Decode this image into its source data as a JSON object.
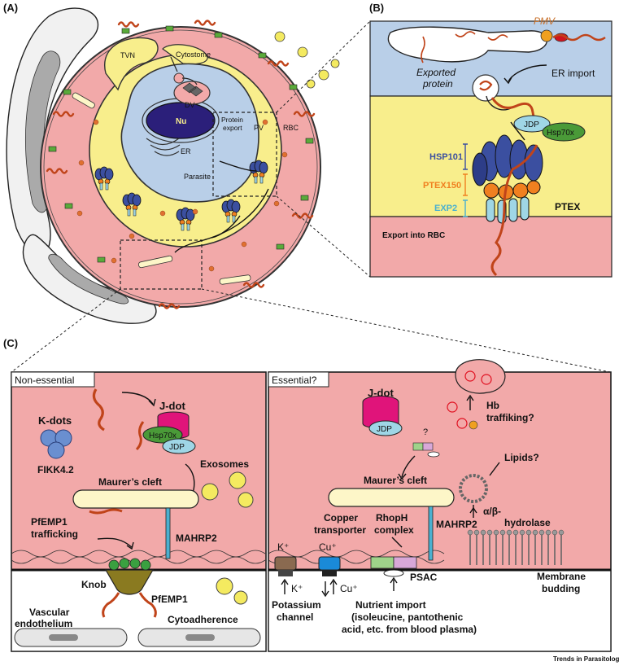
{
  "panels": {
    "a": "(A)",
    "b": "(B)",
    "c": "(C)"
  },
  "panel_a": {
    "tvn": "TVN",
    "cytostome": "Cytostome",
    "dv": "DV",
    "nu": "Nu",
    "protein_export_line1": "Protein",
    "protein_export_line2": "export",
    "er": "ER",
    "parasite": "Parasite",
    "pv": "PV",
    "rbc": "RBC"
  },
  "panel_b": {
    "pmv": "PMV",
    "er_import": "ER import",
    "exported_line1": "Exported",
    "exported_line2": "protein",
    "jdp": "JDP",
    "hsp70x": "Hsp70x",
    "hsp101": "HSP101",
    "ptex150": "PTEX150",
    "exp2": "EXP2",
    "ptex": "PTEX",
    "export_into_rbc": "Export into RBC"
  },
  "panel_c_left": {
    "box_title": "Non-essential",
    "jdot": "J-dot",
    "hsp70x": "Hsp70x",
    "jdp": "JDP",
    "kdots": "K-dots",
    "fikk": "FIKK4.2",
    "exosomes": "Exosomes",
    "maurers": "Maurer’s cleft",
    "pfemp_traf_line1": "PfEMP1",
    "pfemp_traf_line2": "trafficking",
    "mahrp2": "MAHRP2",
    "knob": "Knob",
    "pfemp1": "PfEMP1",
    "vascular_line1": "Vascular",
    "vascular_line2": "endothelium",
    "cytoadherence": "Cytoadherence"
  },
  "panel_c_right": {
    "box_title": "Essential?",
    "jdot": "J-dot",
    "jdp": "JDP",
    "question": "?",
    "hb_line1": "Hb",
    "hb_line2": "traffiking?",
    "lipids": "Lipids?",
    "maurers": "Maurer’s cleft",
    "copper_line1": "Copper",
    "copper_line2": "transporter",
    "rhoph_line1": "RhopH",
    "rhoph_line2": "complex",
    "mahrp2": "MAHRP2",
    "hydrolase_line1": "α/β-",
    "hydrolase_line2": "hydrolase",
    "k_top": "K⁺",
    "cu_top": "Cu⁺",
    "k_bottom": "K⁺",
    "cu_bottom": "Cu⁺",
    "psac": "PSAC",
    "membrane_line1": "Membrane",
    "membrane_line2": "budding",
    "potassium_line1": "Potassium",
    "potassium_line2": "channel",
    "nutrient_line1": "Nutrient import",
    "nutrient_line2": "(isoleucine, pantothenic",
    "nutrient_line3": "acid, etc. from blood plasma)"
  },
  "footer": "Trends in Parasitology",
  "colors": {
    "rbc_pink": "#f2a9a9",
    "pv_yellow": "#f8ee8c",
    "parasite_blue": "#b9cfe8",
    "nucleus": "#2b1f7a",
    "ptex_blue": "#3b4fa0",
    "ptex_orange": "#f08020",
    "exp2_cyan": "#9fd6e6",
    "hsp70x_green": "#4a9a38",
    "jdot_magenta": "#e0147a",
    "protein_chain": "#c0441a",
    "maurers_cream": "#fdf6c8",
    "knob_olive": "#8a7a20"
  }
}
